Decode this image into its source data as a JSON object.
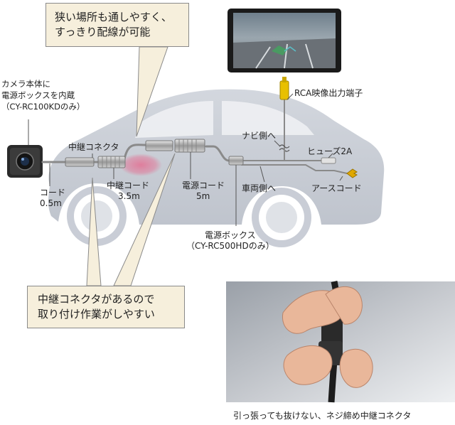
{
  "callouts": {
    "top": [
      "狭い場所も通しやすく、",
      "すっきり配線が可能"
    ],
    "bottom": [
      "中継コネクタがあるので",
      "取り付け作業がしやすい"
    ]
  },
  "labels": {
    "camera": [
      "カメラ本体に",
      "電源ボックスを内蔵",
      "（CY-RC100KDのみ）"
    ],
    "relay_connector": "中継コネクタ",
    "cord_05": [
      "コード",
      "0.5m"
    ],
    "relay_cord": [
      "中継コード",
      "3.5m"
    ],
    "power_cord": [
      "電源コード",
      "5m"
    ],
    "power_box": [
      "電源ボックス",
      "（CY-RC500HDのみ）"
    ],
    "navi_side": "ナビ側へ",
    "vehicle_side": "車両側へ",
    "fuse": "ヒューズ2A",
    "earth_cord": "アースコード",
    "rca": "RCA映像出力端子"
  },
  "caption": "引っ張っても抜けない、ネジ締め中継コネクタ",
  "colors": {
    "car_body": "#c9cdd6",
    "callout_bg": "#f6efdc",
    "rca_plug": "#e8c000",
    "earth_terminal": "#e0a800",
    "glow": "#e07a9a"
  }
}
